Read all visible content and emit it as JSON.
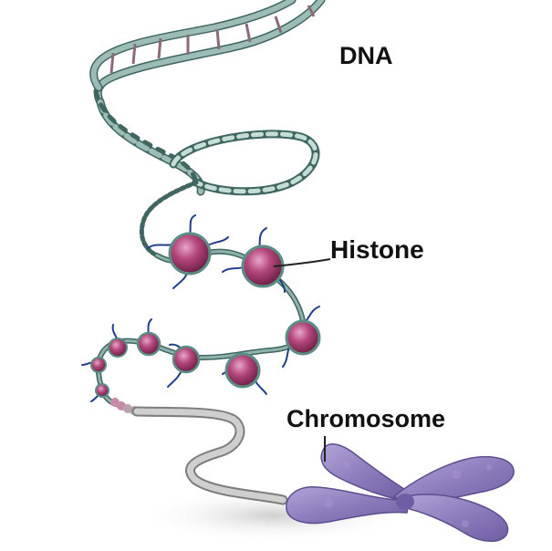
{
  "labels": {
    "dna": "DNA",
    "histone": "Histone",
    "chromosome": "Chromosome"
  },
  "colors": {
    "dna_strand": "#6f9a92",
    "dna_strand_dark": "#3f6660",
    "histone": "#b4487c",
    "histone_dark": "#6e1e46",
    "histone_tail": "#223e8a",
    "fiber": "#9c9c9c",
    "chromosome": "#8e7dbd",
    "chromosome_dark": "#5d4e8e",
    "shadow": "#d8d8d8"
  }
}
